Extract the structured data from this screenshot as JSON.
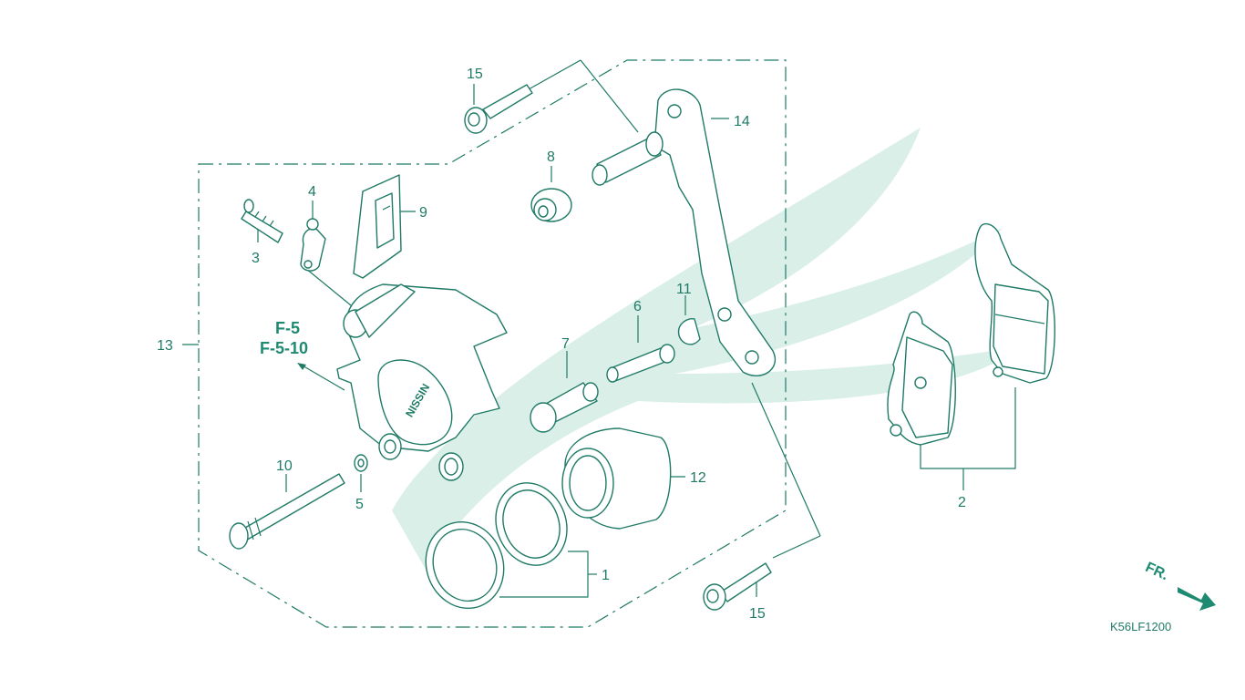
{
  "diagram": {
    "drawing_code": "K56LF1200",
    "reference": {
      "line1": "F-5",
      "line2": "F-5-10"
    },
    "direction_label": "FR.",
    "callouts": {
      "c1": "1",
      "c2": "2",
      "c3": "3",
      "c4": "4",
      "c5": "5",
      "c6": "6",
      "c7": "7",
      "c8": "8",
      "c9": "9",
      "c10": "10",
      "c11": "11",
      "c12": "12",
      "c13": "13",
      "c14": "14",
      "c15a": "15",
      "c15b": "15"
    },
    "colors": {
      "line": "#1f7a66",
      "accent": "#1f8a72",
      "watermark": "#d9efe8"
    },
    "watermark": "honda-wing-logo"
  }
}
